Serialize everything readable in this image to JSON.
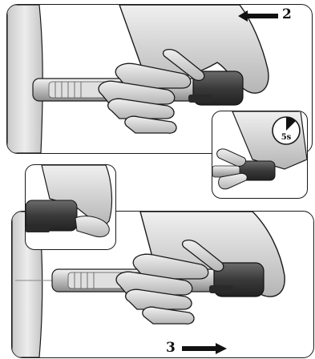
{
  "steps": {
    "top_step_number": "2",
    "bottom_step_number": "3"
  },
  "timer": {
    "label": "5s",
    "fraction_shown": 0.12
  },
  "icons": {
    "top_arrow": "arrow-left-icon",
    "bottom_arrow": "arrow-right-icon",
    "timer": "stopwatch-icon"
  },
  "colors": {
    "outline": "#1a1a1a",
    "skin_light": "#e6e6e6",
    "skin_shadow": "#b9b9b9",
    "pen_cap_dark": "#4a4a4a",
    "pen_body": "#d0d0d0"
  }
}
